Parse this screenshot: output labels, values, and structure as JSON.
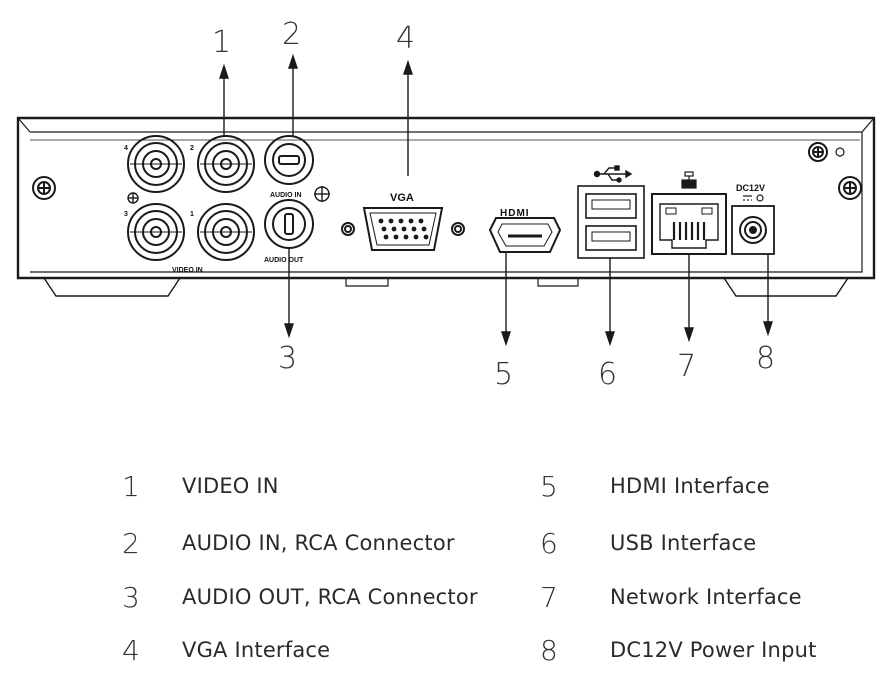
{
  "callouts": [
    {
      "number": "1",
      "label": "VIDEO IN"
    },
    {
      "number": "2",
      "label": "AUDIO IN, RCA Connector"
    },
    {
      "number": "3",
      "label": "AUDIO OUT, RCA Connector"
    },
    {
      "number": "4",
      "label": "VGA Interface"
    },
    {
      "number": "5",
      "label": "HDMI Interface"
    },
    {
      "number": "6",
      "label": "USB Interface"
    },
    {
      "number": "7",
      "label": "Network Interface"
    },
    {
      "number": "8",
      "label": "DC12V Power Input"
    }
  ],
  "panel_labels": {
    "bnc_4": "4",
    "bnc_2": "2",
    "bnc_3": "3",
    "bnc_1": "1",
    "video_in": "VIDEO IN",
    "audio_in": "AUDIO IN",
    "audio_out": "AUDIO OUT",
    "vga": "VGA",
    "hdmi": "HDMI",
    "dc12v": "DC12V"
  }
}
